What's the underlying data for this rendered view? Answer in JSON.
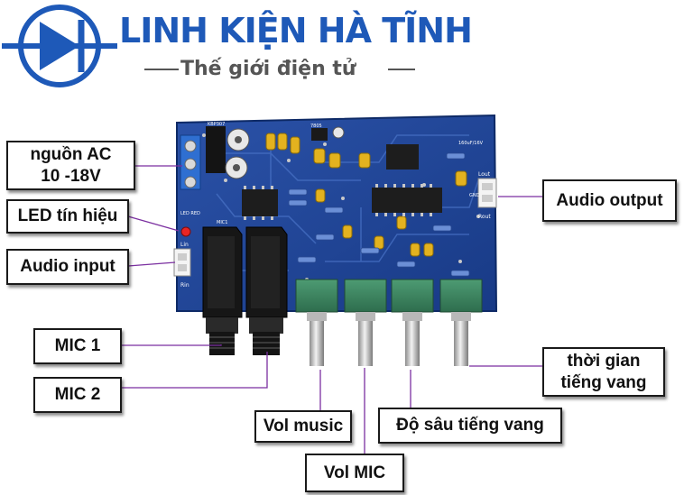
{
  "brand": {
    "title": "LINH KIỆN HÀ TĨNH",
    "subtitle": "Thế giới điện tử",
    "color": "#1e59b8"
  },
  "board": {
    "color": "#1f3f8f",
    "markings": {
      "chip": "KBP307",
      "transistor": "7805",
      "led": "LED  RED",
      "mic_jack": "MIC1",
      "line_in": "Lin",
      "line_in_r": "Rin",
      "line_out": "Lout",
      "line_out_r": "Rout",
      "gnd": "GND",
      "cap": "160uF/16V"
    }
  },
  "labels": {
    "power": "nguồn AC\n10 -18V",
    "led": "LED tín hiệu",
    "audio_input": "Audio input",
    "audio_output": "Audio output",
    "mic1": "MIC 1",
    "mic2": "MIC 2",
    "vol_music": "Vol music",
    "vol_mic": "Vol MIC",
    "echo_depth": "Độ sâu tiếng vang",
    "echo_time": "thời gian\ntiếng vang"
  },
  "leader_color": "#7b2fa0"
}
